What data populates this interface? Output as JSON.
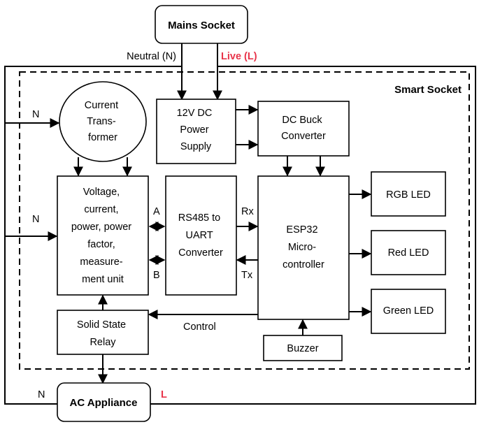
{
  "colors": {
    "live": "#e8344a",
    "line": "#000000",
    "box_fill": "#ffffff"
  },
  "title_box": {
    "mains_socket": "Mains Socket",
    "ac_appliance": "AC Appliance"
  },
  "region_label": "Smart Socket",
  "inputs": {
    "neutral": "Neutral (N)",
    "live": "Live (L)"
  },
  "blocks": {
    "current_transformer": [
      "Current",
      "Trans-",
      "former"
    ],
    "power_supply": [
      "12V DC",
      "Power",
      "Supply"
    ],
    "buck_converter": [
      "DC Buck",
      "Converter"
    ],
    "measurement_unit": [
      "Voltage,",
      "current,",
      "power, power",
      "factor,",
      "measure-",
      "ment unit"
    ],
    "rs485": [
      "RS485 to",
      "UART",
      "Converter"
    ],
    "esp32": [
      "ESP32",
      "Micro-",
      "controller"
    ],
    "rgb_led": "RGB LED",
    "red_led": "Red LED",
    "green_led": "Green LED",
    "relay": [
      "Solid State",
      "Relay"
    ],
    "buzzer": "Buzzer"
  },
  "signals": {
    "a": "A",
    "b": "B",
    "rx": "Rx",
    "tx": "Tx",
    "control": "Control",
    "n_ct": "N",
    "n_mu": "N",
    "n_app": "N",
    "l_app": "L"
  }
}
